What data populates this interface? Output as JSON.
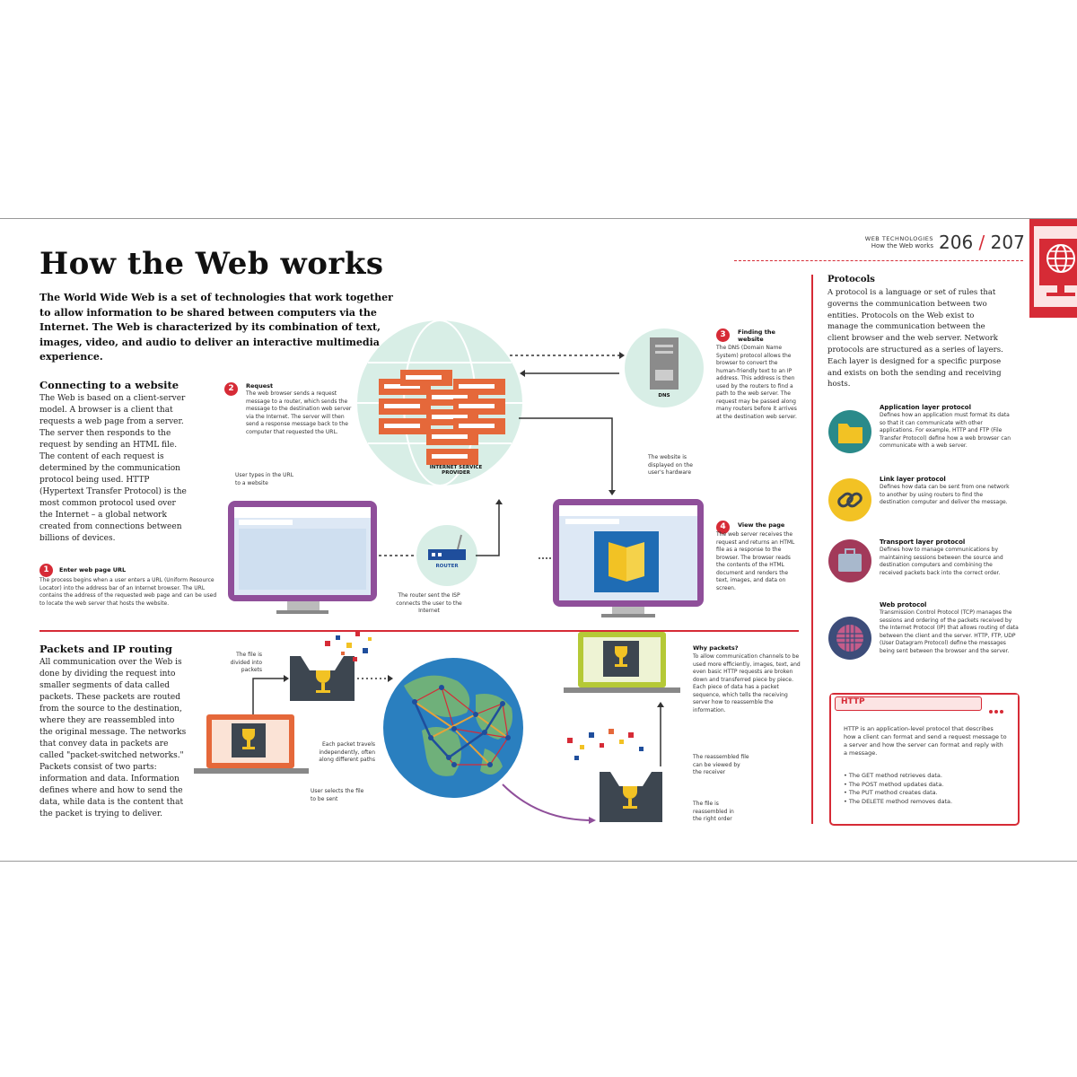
{
  "header": {
    "section": "WEB TECHNOLOGIES",
    "subsection": "How the Web works",
    "page_left": "206",
    "page_sep": "/",
    "page_right": "207"
  },
  "title": "How the Web works",
  "intro": "The World Wide Web is a set of technologies that work together to allow information to be shared between computers via the Internet. The Web is characterized by its combination of text, images, video, and audio to deliver an interactive multimedia experience.",
  "connecting": {
    "heading": "Connecting to a website",
    "body": "The Web is based on a client-server model. A browser is a client that requests a web page from a server. The server then responds to the request by sending an HTML file. The content of each request is determined by the communication protocol being used. HTTP (Hypertext Transfer Protocol) is the most common protocol used over the Internet – a global network created from connections between billions of devices."
  },
  "steps": [
    {
      "num": "1",
      "title": "Enter web page URL",
      "text": "The process begins when a user enters a URL (Uniform Resource Locator) into the address bar of an Internet browser. The URL contains the address of the requested web page and can be used to locate the web server that hosts the website."
    },
    {
      "num": "2",
      "title": "Request",
      "text": "The web browser sends a request message to a router, which sends the message to the destination web server via the Internet. The server will then send a response message back to the computer that requested the URL."
    },
    {
      "num": "3",
      "title": "Finding the website",
      "text": "The DNS (Domain Name System) protocol allows the browser to convert the human-friendly text to an IP address. This address is then used by the routers to find a path to the web server. The request may be passed along many routers before it arrives at the destination web server."
    },
    {
      "num": "4",
      "title": "View the page",
      "text": "The web server receives the request and returns an HTML file as a response to the browser. The browser reads the contents of the HTML document and renders the text, images, and data on screen."
    }
  ],
  "diagram": {
    "isp_label": "INTERNET SERVICE PROVIDER",
    "dns_label": "DNS",
    "router_label": "ROUTER",
    "note_user_types": "User types in the URL to a website",
    "note_router": "The router sent the ISP connects the user to the Internet",
    "note_website_displayed": "The website is displayed on the user's hardware"
  },
  "packets": {
    "heading": "Packets and IP routing",
    "body": "All communication over the Web is done by dividing the request into smaller segments of data called packets. These packets are routed from the source to the destination, where they are reassembled into the original message. The networks that convey data in packets are called \"packet-switched networks.\" Packets consist of two parts: information and data. Information defines where and how to send the data, while data is the content that the packet is trying to deliver.",
    "note_divided": "The file is divided into packets",
    "note_travel": "Each packet travels independently, often along different paths",
    "note_user_sends": "User selects the file to be sent",
    "why_title": "Why packets?",
    "why_text": "To allow communication channels to be used more efficiently, images, text, and even basic HTTP requests are broken down and transferred piece by piece. Each piece of data has a packet sequence, which tells the receiving server how to reassemble the information.",
    "note_reassembled": "The reassembled file can be viewed by the receiver",
    "note_reassembled_order": "The file is reassembled in the right order"
  },
  "protocols": {
    "heading": "Protocols",
    "body": "A protocol is a language or set of rules that governs the communication between two entities. Protocols on the Web exist to manage the communication between the client browser and the web server. Network protocols are structured as a series of layers. Each layer is designed for a specific purpose and exists on both the sending and receiving hosts.",
    "items": [
      {
        "title": "Application layer protocol",
        "text": "Defines how an application must format its data so that it can communicate with other applications. For example, HTTP and FTP (File Transfer Protocol) define how a web browser can communicate with a web server.",
        "icon": "folder-icon",
        "color": "#f2c224"
      },
      {
        "title": "Link layer protocol",
        "text": "Defines how data can be sent from one network to another by using routers to find the destination computer and deliver the message.",
        "icon": "chain-link-icon",
        "color": "#f2c224"
      },
      {
        "title": "Transport layer protocol",
        "text": "Defines how to manage communications by maintaining sessions between the source and destination computers and combining the received packets back into the correct order.",
        "icon": "suitcase-icon",
        "color": "#a23a5a"
      },
      {
        "title": "Web protocol",
        "text": "Transmission Control Protocol (TCP) manages the sessions and ordering of the packets received by the Internet Protocol (IP) that allows routing of data between the client and the server. HTTP, FTP, UDP (User Datagram Protocol) define the messages being sent between the browser and the server.",
        "icon": "globe-grid-icon",
        "color": "#3d4d7a"
      }
    ]
  },
  "http": {
    "title": "HTTP",
    "body": "HTTP is an application-level protocol that describes how a client can format and send a request message to a server and how the server can format and reply with a message.",
    "methods": [
      "The GET method retrieves data.",
      "The POST method updates data.",
      "The PUT method creates data.",
      "The DELETE method removes data."
    ]
  },
  "colors": {
    "accent": "#d62b36",
    "orange": "#e5683a",
    "purple": "#8f4f9a",
    "mint": "#d8eee6",
    "dark": "#3d4650"
  }
}
